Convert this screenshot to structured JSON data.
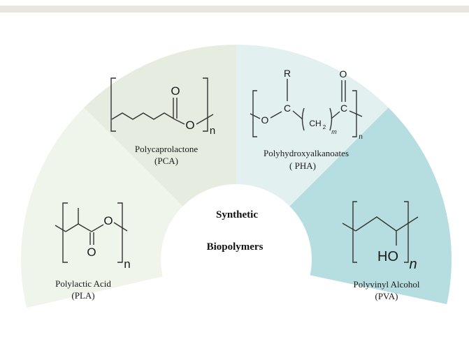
{
  "center": {
    "line1": "Synthetic",
    "line2": "Biopolymers"
  },
  "segments": [
    {
      "name": "Polylactic Acid",
      "abbr": "(PLA)",
      "color": "#f0f5ec"
    },
    {
      "name": "Polycaprolactone",
      "abbr": "(PCA)",
      "color": "#e6ecdf"
    },
    {
      "name": "Polyhydroxyalkanoates",
      "abbr": "( PHA)",
      "color": "#e2f0f0"
    },
    {
      "name": "Polyvinyl Alcohol",
      "abbr": "(PVA)",
      "color": "#b6dde0"
    }
  ],
  "atoms": {
    "oxygen": "O",
    "n": "n",
    "r": "R",
    "ch2": "CH",
    "two": "2",
    "m": "m",
    "c": "C",
    "ho": "HO"
  },
  "colors": {
    "top_bar": "#e8e6de",
    "structure": "#333333"
  }
}
